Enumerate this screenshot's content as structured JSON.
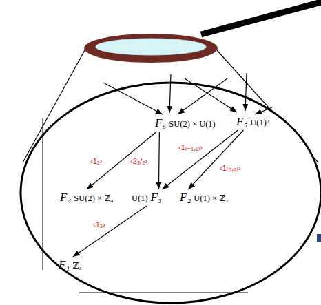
{
  "diagram": {
    "nodes": [
      {
        "text": [
          "F₆",
          "SU(2) × U(1)"
        ]
      },
      {
        "text": [
          "F₅",
          "U(1)²"
        ]
      },
      {
        "text": [
          "F₄",
          "SU(2) × ℤ₄"
        ]
      },
      {
        "text": [
          "U(1)",
          "F₃"
        ]
      },
      {
        "text": [
          "F₂",
          "U(1) × ℤ₂"
        ]
      },
      {
        "text": [
          "F₁",
          "ℤ₃"
        ]
      }
    ],
    "edges": [
      {
        "from": 0,
        "to": 2,
        "label": "‹1₂›",
        "arrow": "to"
      },
      {
        "from": 0,
        "to": 3,
        "label": "‹2₃/₂›",
        "arrow": "to"
      },
      {
        "from": 1,
        "to": 3,
        "label": "‹1₍₋₁,₁₎›",
        "arrow": "to"
      },
      {
        "from": 1,
        "to": 4,
        "label": "‹1₍₀,₂₎›",
        "arrow": "to"
      },
      {
        "from": 3,
        "to": 5,
        "label": "‹1₃›",
        "arrow": "to"
      }
    ]
  }
}
